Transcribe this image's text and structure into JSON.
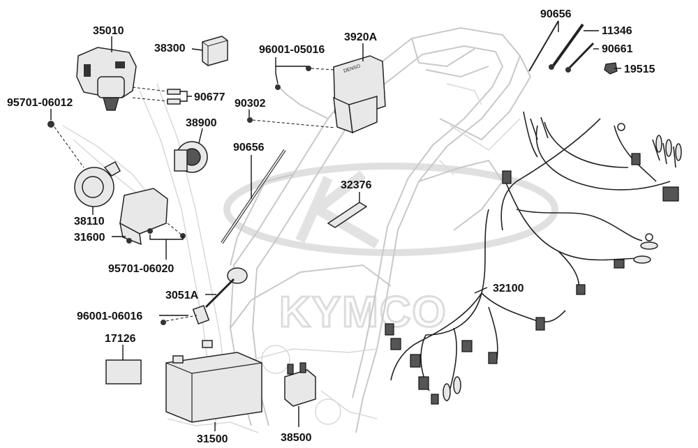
{
  "diagram": {
    "watermark": "KYMCO",
    "labels": {
      "p35010": "35010",
      "p38300": "38300",
      "p96001_05016": "96001-05016",
      "p3920A": "3920A",
      "p90656_top": "90656",
      "p11346": "11346",
      "p90661": "90661",
      "p19515": "19515",
      "p95701_06012": "95701-06012",
      "p90677": "90677",
      "p90302": "90302",
      "p38900": "38900",
      "p90656_mid": "90656",
      "p32376": "32376",
      "p38110": "38110",
      "p31600": "31600",
      "p95701_06020": "95701-06020",
      "p3051A": "3051A",
      "p32100": "32100",
      "p96001_06016": "96001-06016",
      "p17126": "17126",
      "p31500": "31500",
      "p38500": "38500"
    }
  }
}
